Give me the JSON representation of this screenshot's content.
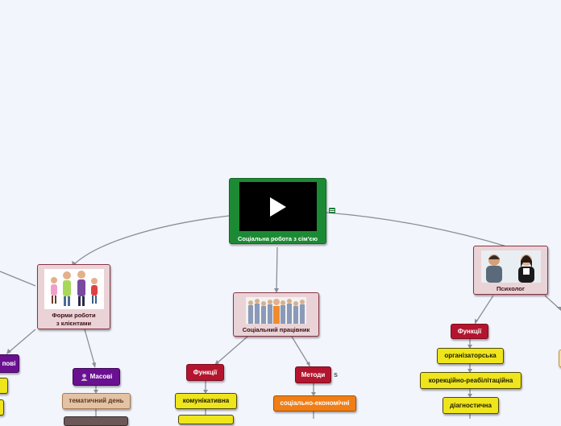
{
  "central": {
    "title": "Соціальна робота з сім'єю"
  },
  "left_main": {
    "line1": "Форми роботи",
    "line2": "з клієнтами"
  },
  "center_main": {
    "label": "Соціальний працівник"
  },
  "right_main": {
    "label": "Психолог"
  },
  "left_branch": {
    "groups": [
      {
        "label": "пові"
      },
      {
        "label": "Масові"
      }
    ],
    "items": [
      {
        "label": "тематичний день"
      }
    ]
  },
  "center_branch": {
    "functions": {
      "label": "Функції"
    },
    "methods": {
      "label": "Методи"
    },
    "function_items": [
      {
        "label": "комунікативна"
      }
    ],
    "method_items": [
      {
        "label": "соціально-економічні"
      }
    ],
    "methods_extra": "s"
  },
  "right_branch": {
    "functions": {
      "label": "Функції"
    },
    "items": [
      {
        "label": "організаторська"
      },
      {
        "label": "корекційно-реабілітаційна"
      },
      {
        "label": "діагностична"
      }
    ]
  },
  "colors": {
    "background": "#f3f5fc",
    "central": "#1c8a34",
    "pink": "#ead3d6",
    "red": "#b3152e",
    "yellow": "#efe51c",
    "orange": "#f07e16",
    "purple": "#6a1191",
    "tan": "#e4c3a4",
    "line": "#8a8e97"
  },
  "icons": [
    "play-icon",
    "note-icon",
    "user-icon"
  ]
}
